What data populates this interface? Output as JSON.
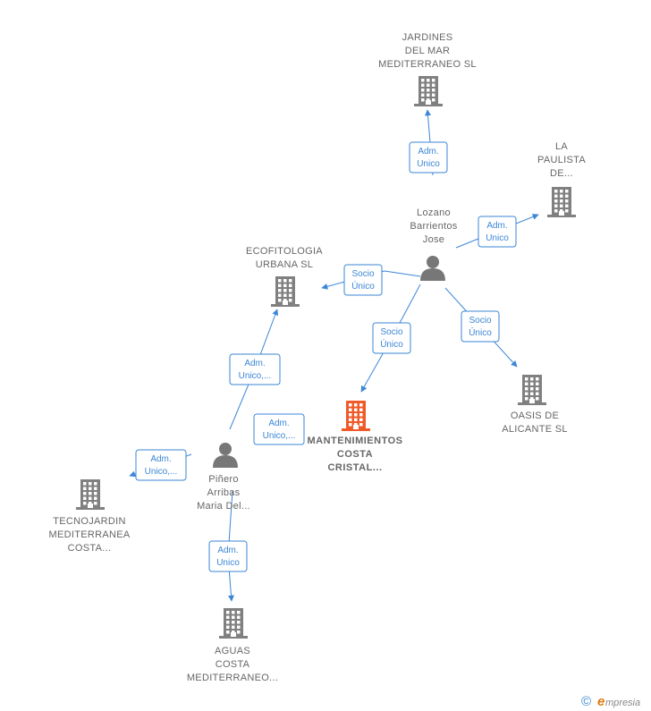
{
  "colors": {
    "edge": "#3b86d6",
    "company_icon": "#808080",
    "focus_company_icon": "#f05a28",
    "person_icon": "#777777",
    "label_text": "#666666",
    "brand_accent": "#e07a10"
  },
  "nodes": {
    "jardines": {
      "type": "company",
      "icon": "building-icon",
      "lines": [
        "JARDINES",
        "DEL MAR",
        "MEDITERRANEO SL"
      ]
    },
    "paulista": {
      "type": "company",
      "icon": "building-icon",
      "lines": [
        "LA",
        "PAULISTA",
        "DE..."
      ]
    },
    "lozano": {
      "type": "person",
      "icon": "person-icon",
      "lines": [
        "Lozano",
        "Barrientos",
        "Jose"
      ]
    },
    "ecofitologia": {
      "type": "company",
      "icon": "building-icon",
      "lines": [
        "ECOFITOLOGIA",
        "URBANA  SL"
      ]
    },
    "mantenimientos": {
      "type": "company",
      "focus": true,
      "icon": "building-icon",
      "lines": [
        "MANTENIMIENTOS",
        "COSTA",
        "CRISTAL..."
      ]
    },
    "oasis": {
      "type": "company",
      "icon": "building-icon",
      "lines": [
        "OASIS DE",
        "ALICANTE  SL"
      ]
    },
    "pinero": {
      "type": "person",
      "icon": "person-icon",
      "lines": [
        "Piñero",
        "Arribas",
        "Maria Del..."
      ]
    },
    "tecnojardin": {
      "type": "company",
      "icon": "building-icon",
      "lines": [
        "TECNOJARDIN",
        "MEDITERRANEA",
        "COSTA..."
      ]
    },
    "aguas": {
      "type": "company",
      "icon": "building-icon",
      "lines": [
        "AGUAS",
        "COSTA",
        "MEDITERRANEO..."
      ]
    }
  },
  "edges": [
    {
      "from": "lozano",
      "to": "jardines",
      "label": [
        "Adm.",
        "Unico"
      ]
    },
    {
      "from": "lozano",
      "to": "paulista",
      "label": [
        "Adm.",
        "Unico"
      ]
    },
    {
      "from": "lozano",
      "to": "ecofitologia",
      "label": [
        "Socio",
        "Único"
      ]
    },
    {
      "from": "lozano",
      "to": "mantenimientos",
      "label": [
        "Socio",
        "Único"
      ]
    },
    {
      "from": "lozano",
      "to": "oasis",
      "label": [
        "Socio",
        "Único"
      ]
    },
    {
      "from": "pinero",
      "to": "ecofitologia",
      "label": [
        "Adm.",
        "Unico,..."
      ]
    },
    {
      "from": "pinero",
      "to": "mantenimientos",
      "label": [
        "Adm.",
        "Unico,..."
      ]
    },
    {
      "from": "pinero",
      "to": "tecnojardin",
      "label": [
        "Adm.",
        "Unico,..."
      ]
    },
    {
      "from": "pinero",
      "to": "aguas",
      "label": [
        "Adm.",
        "Unico"
      ]
    }
  ],
  "footer": {
    "copyright_symbol": "©",
    "brand_initial": "e",
    "brand_rest": "mpresia"
  }
}
